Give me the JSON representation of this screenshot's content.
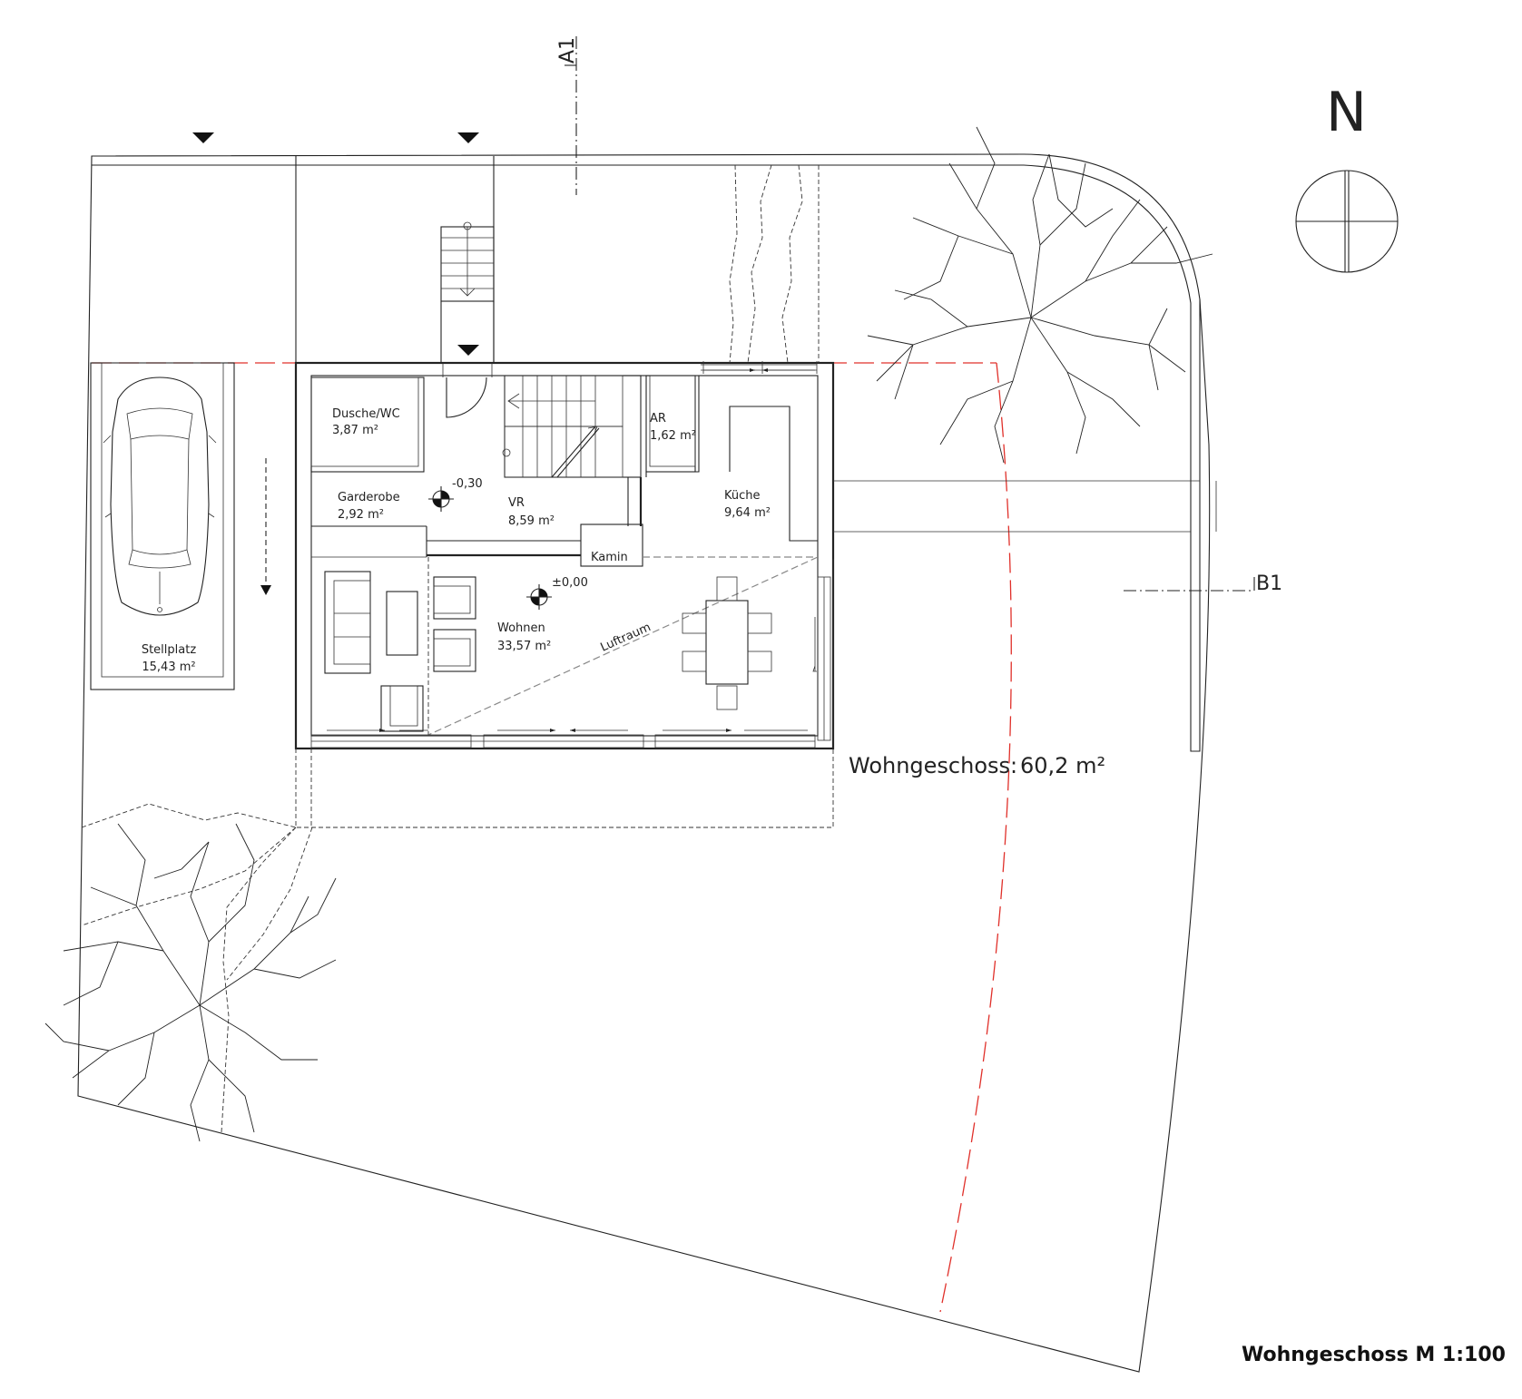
{
  "colors": {
    "line": "#222222",
    "property_line": "#e0302a",
    "airspace": "#888888"
  },
  "north_label": "N",
  "section_a": "A1",
  "section_b": "B1",
  "floor_area_label": "Wohngeschoss:",
  "floor_area_value": "60,2 m²",
  "caption": "Wohngeschoss M 1:100",
  "levels": {
    "entry": "-0,30",
    "living": "±0,00"
  },
  "rooms": {
    "dusche": {
      "name": "Dusche/WC",
      "area": "3,87 m²"
    },
    "ar": {
      "name": "AR",
      "area": "1,62 m²"
    },
    "garderobe": {
      "name": "Garderobe",
      "area": "2,92 m²"
    },
    "vr": {
      "name": "VR",
      "area": "8,59 m²"
    },
    "kueche": {
      "name": "Küche",
      "area": "9,64 m²"
    },
    "kamin": {
      "name": "Kamin"
    },
    "wohnen": {
      "name": "Wohnen",
      "area": "33,57 m²"
    },
    "luftraum": {
      "name": "Luftraum"
    },
    "stellplatz": {
      "name": "Stellplatz",
      "area": "15,43 m²"
    }
  }
}
